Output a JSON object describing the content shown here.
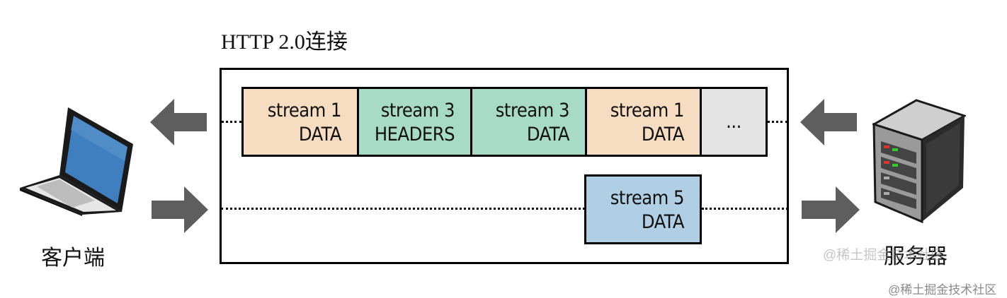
{
  "diagram": {
    "title": "HTTP 2.0连接",
    "client_label": "客户端",
    "server_label": "服务器",
    "top_row": [
      {
        "line1": "stream 1",
        "line2": "DATA",
        "color": "#f6dcc0"
      },
      {
        "line1": "stream 3",
        "line2": "HEADERS",
        "color": "#a8dbc6"
      },
      {
        "line1": "stream 3",
        "line2": "DATA",
        "color": "#a8dbc6"
      },
      {
        "line1": "stream 1",
        "line2": "DATA",
        "color": "#f6dcc0"
      },
      {
        "line1": "...",
        "line2": "",
        "color": "#e4e4e4"
      }
    ],
    "bottom_row": [
      {
        "line1": "stream 5",
        "line2": "DATA",
        "color": "#b1cfe4"
      }
    ],
    "arrow_color": "#5e5e5e",
    "icons": [
      "laptop-icon",
      "server-icon",
      "arrow-left-icon",
      "arrow-right-icon"
    ]
  },
  "watermarks": {
    "overlay": "@稀土掘金技术社区",
    "corner": "@稀土掘金技术社区"
  }
}
